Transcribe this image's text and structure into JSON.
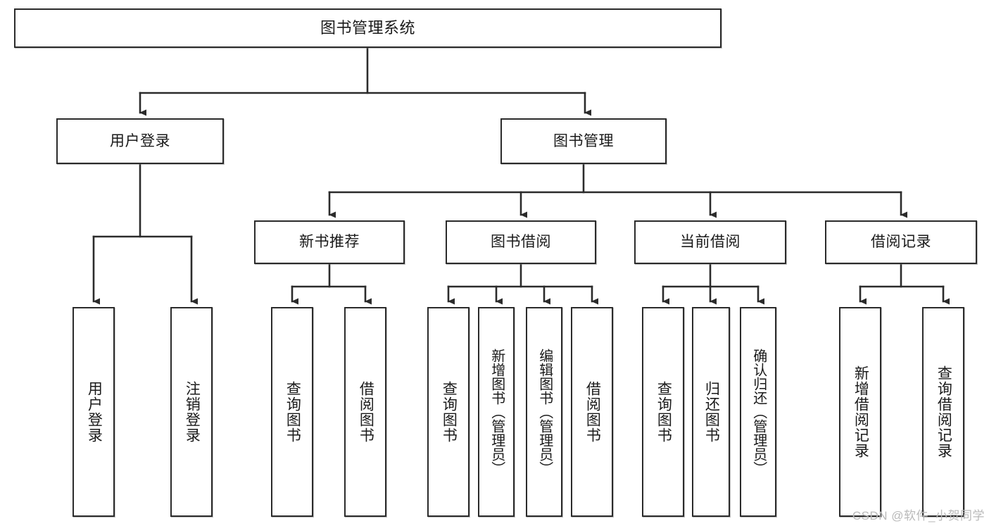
{
  "diagram": {
    "title": "图书管理系统",
    "type": "tree",
    "root": {
      "id": "root",
      "label": "图书管理系统",
      "orientation": "horizontal"
    },
    "level2": [
      {
        "id": "user-login",
        "label": "用户登录",
        "orientation": "horizontal"
      },
      {
        "id": "book-manage",
        "label": "图书管理",
        "orientation": "horizontal"
      }
    ],
    "level3": [
      {
        "id": "new-book-recommend",
        "label": "新书推荐",
        "orientation": "horizontal",
        "parent": "book-manage"
      },
      {
        "id": "book-borrow",
        "label": "图书借阅",
        "orientation": "horizontal",
        "parent": "book-manage"
      },
      {
        "id": "current-borrow",
        "label": "当前借阅",
        "orientation": "horizontal",
        "parent": "book-manage"
      },
      {
        "id": "borrow-record",
        "label": "借阅记录",
        "orientation": "horizontal",
        "parent": "book-manage"
      }
    ],
    "leaves": [
      {
        "id": "leaf-user-login",
        "label": "用户登录",
        "parent": "user-login"
      },
      {
        "id": "leaf-user-logout",
        "label": "注销登录",
        "parent": "user-login"
      },
      {
        "id": "leaf-query-book-1",
        "label": "查询图书",
        "parent": "new-book-recommend"
      },
      {
        "id": "leaf-borrow-book-1",
        "label": "借阅图书",
        "parent": "new-book-recommend"
      },
      {
        "id": "leaf-query-book-2",
        "label": "查询图书",
        "parent": "book-borrow"
      },
      {
        "id": "leaf-add-book",
        "label": "新增图书（管理员）",
        "parent": "book-borrow"
      },
      {
        "id": "leaf-edit-book",
        "label": "编辑图书（管理员）",
        "parent": "book-borrow"
      },
      {
        "id": "leaf-borrow-book-2",
        "label": "借阅图书",
        "parent": "book-borrow"
      },
      {
        "id": "leaf-query-book-3",
        "label": "查询图书",
        "parent": "current-borrow"
      },
      {
        "id": "leaf-return-book",
        "label": "归还图书",
        "parent": "current-borrow"
      },
      {
        "id": "leaf-confirm-return",
        "label": "确认归还（管理员）",
        "parent": "current-borrow"
      },
      {
        "id": "leaf-add-record",
        "label": "新增借阅记录",
        "parent": "borrow-record"
      },
      {
        "id": "leaf-query-record",
        "label": "查询借阅记录",
        "parent": "borrow-record"
      }
    ],
    "colors": {
      "stroke": "#2b2b2b",
      "fill": "#ffffff",
      "text": "#1a1a1a",
      "watermark": "#b9b9b9"
    }
  },
  "watermark": {
    "text": "CSDN @软件_小贺同学"
  }
}
